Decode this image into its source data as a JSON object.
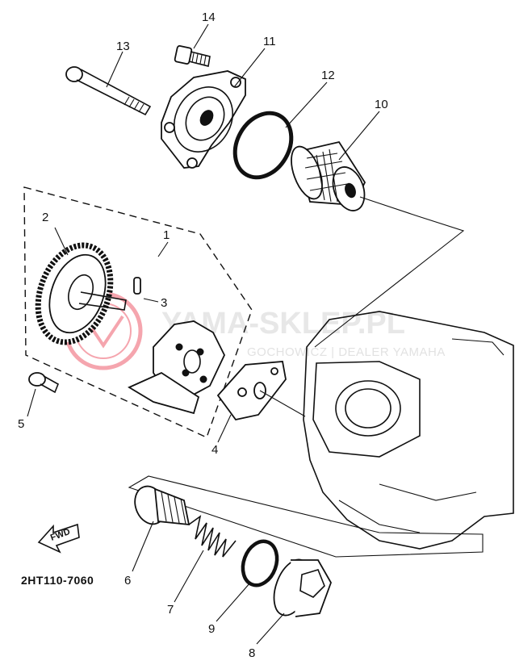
{
  "diagram": {
    "drawing_code": "2HT110-7060",
    "fwd_label": "FWD",
    "watermark": {
      "brand": "YAMA-SKLEP.PL",
      "dealer": "GOCHOWICZ | DEALER YAMAHA",
      "accent_color": "#e3001b"
    },
    "callouts": [
      {
        "id": "c1",
        "text": "1"
      },
      {
        "id": "c2",
        "text": "2"
      },
      {
        "id": "c3",
        "text": "3"
      },
      {
        "id": "c4",
        "text": "4"
      },
      {
        "id": "c5",
        "text": "5"
      },
      {
        "id": "c6",
        "text": "6"
      },
      {
        "id": "c7",
        "text": "7"
      },
      {
        "id": "c8",
        "text": "8"
      },
      {
        "id": "c9",
        "text": "9"
      },
      {
        "id": "c10",
        "text": "10"
      },
      {
        "id": "c11",
        "text": "11"
      },
      {
        "id": "c12",
        "text": "12"
      },
      {
        "id": "c13",
        "text": "13"
      },
      {
        "id": "c14",
        "text": "14"
      }
    ]
  }
}
